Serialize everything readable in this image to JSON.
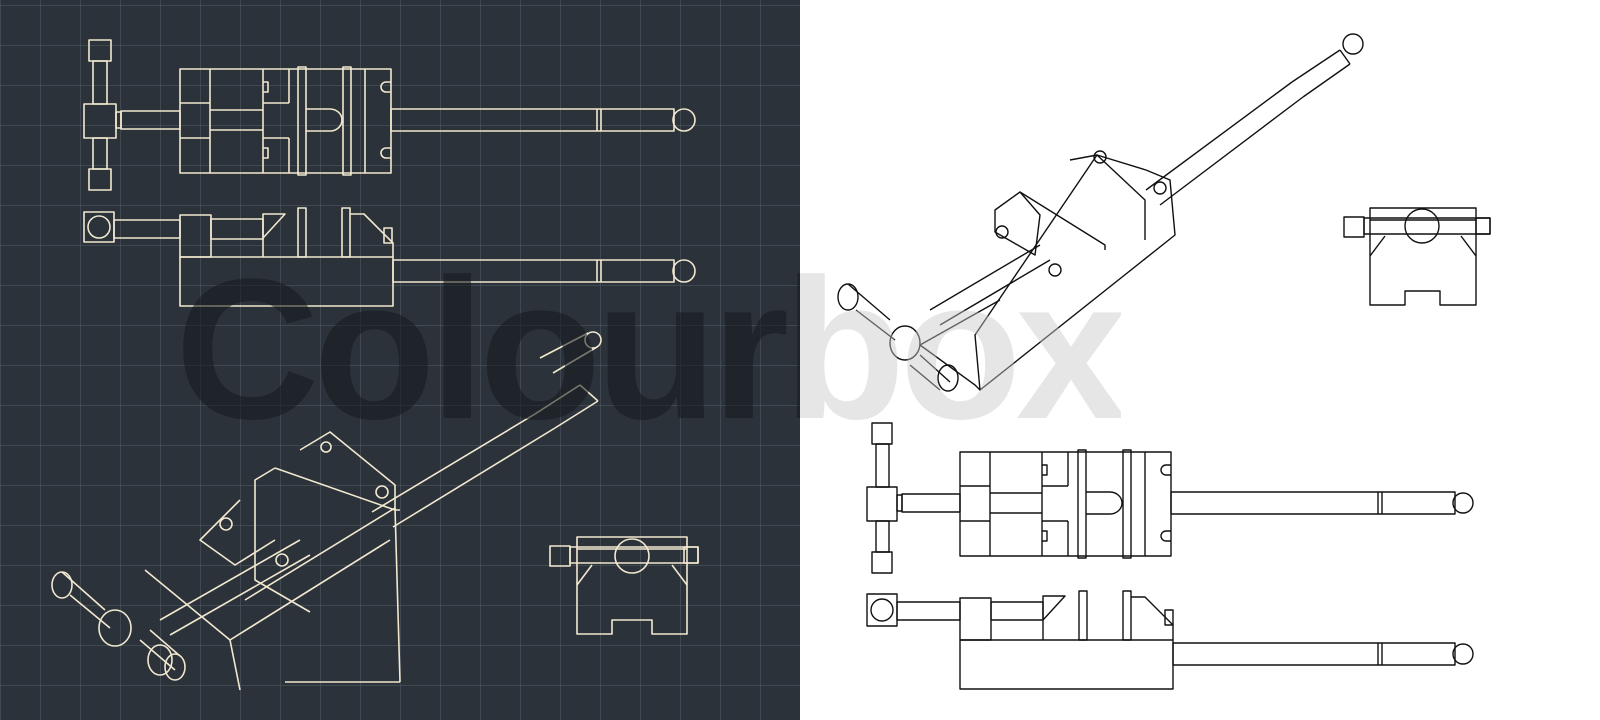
{
  "image": {
    "description": "Technical blueprint drawings of a drill press vise in orthographic and isometric views, shown twice: cream lines on a dark grid background (left) and black lines on white (right)",
    "watermark_text": "Colourbox"
  },
  "panels": [
    {
      "name": "dark-blueprint",
      "background": "#2b323a",
      "grid_color": "#4a535c",
      "line_color": "#f1e8cf",
      "views": [
        "top-view",
        "side-view",
        "isometric-view",
        "front-view"
      ]
    },
    {
      "name": "light-blueprint",
      "background": "#ffffff",
      "line_color": "#111111",
      "views": [
        "isometric-view",
        "front-view",
        "top-view",
        "side-view"
      ]
    }
  ],
  "colors": {
    "dark_bg": "#2b323a",
    "grid": "#4a535c",
    "cream_line": "#f1e8cf",
    "black_line": "#111111",
    "watermark_dark": "#1b2026",
    "watermark_light": "#d9d9d9"
  }
}
